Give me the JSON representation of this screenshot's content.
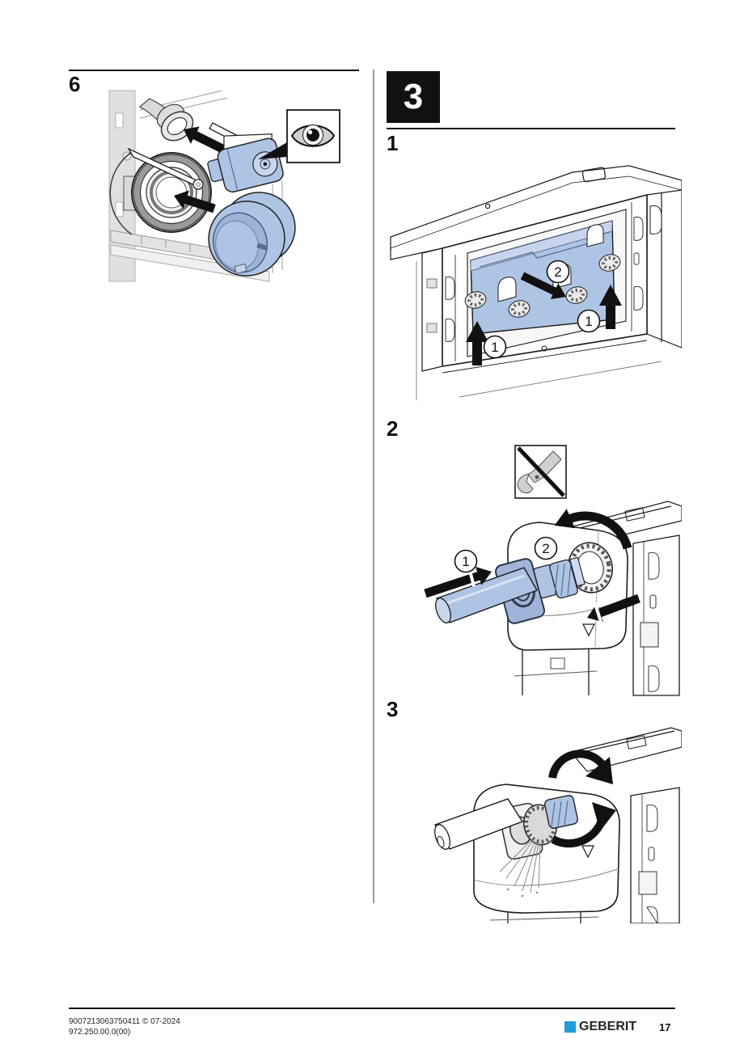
{
  "left_column": {
    "step6": {
      "label": "6"
    }
  },
  "right_column": {
    "badge": "3",
    "steps": [
      {
        "label": "1",
        "callouts": [
          "1",
          "1",
          "2"
        ]
      },
      {
        "label": "2",
        "callouts": [
          "1",
          "2"
        ]
      },
      {
        "label": "3",
        "callouts": []
      }
    ]
  },
  "icons": {
    "step6_view": "eye-icon",
    "step2_no_tools": "no-pipe-wrench-icon"
  },
  "colors": {
    "part_blue": "#aec4e4",
    "part_blue_dark": "#5a6e93",
    "line": "#1a1a1a",
    "brand_blue": "#1b9ed9"
  },
  "footer": {
    "doc_line1": "9007213063750411 © 07-2024",
    "doc_line2": "972.250.00.0(00)",
    "brand": "GEBERIT",
    "page_number": "17"
  }
}
